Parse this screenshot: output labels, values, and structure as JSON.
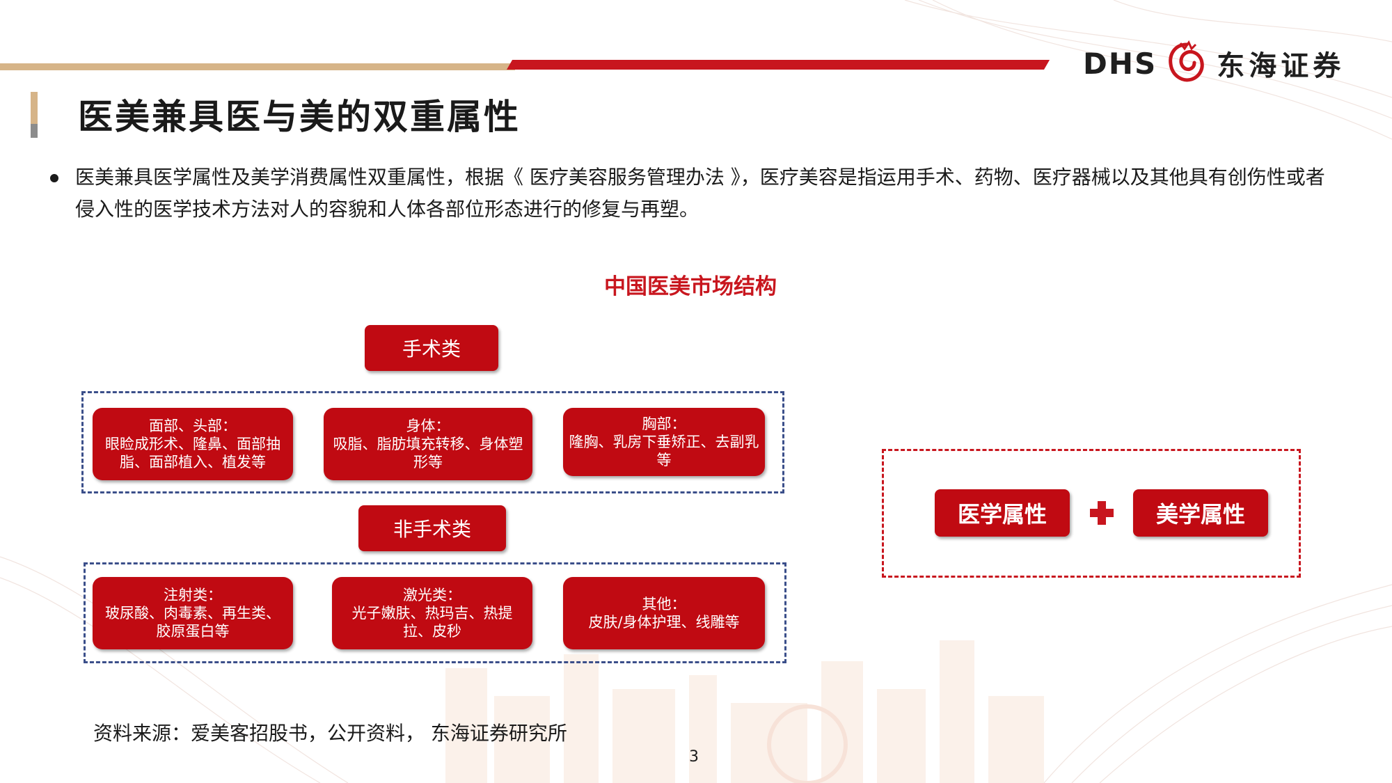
{
  "header": {
    "logo_dhs": "DHS",
    "logo_cn": "东海证券",
    "logo_icon": "dragon-swirl-icon",
    "brand_red": "#c8161e",
    "brand_gold": "#d6b488"
  },
  "title": "医美兼具医与美的双重属性",
  "bullet_text": "医美兼具医学属性及美学消费属性双重属性，根据《 医疗美容服务管理办法 》，医疗美容是指运用手术、药物、医疗器械以及其他具有创伤性或者侵入性的医学技术方法对人的容貌和人体各部位形态进行的修复与再塑。",
  "diagram": {
    "title": "中国医美市场结构",
    "surgical": {
      "label": "手术类",
      "items": [
        "面部、头部：\n眼睑成形术、隆鼻、面部抽脂、面部植入、植发等",
        "身体：\n吸脂、脂肪填充转移、身体塑形等",
        "胸部：\n隆胸、乳房下垂矫正、去副乳等"
      ]
    },
    "non_surgical": {
      "label": "非手术类",
      "items": [
        "注射类：\n玻尿酸、肉毒素、再生类、胶原蛋白等",
        "激光类：\n光子嫩肤、热玛吉、热提拉、皮秒",
        "其他：\n皮肤/身体护理、线雕等"
      ]
    },
    "attributes": {
      "medical": "医学属性",
      "aesthetic": "美学属性",
      "plus_icon": "plus-icon"
    }
  },
  "source": "资料来源：爱美客招股书，公开资料， 东海证券研究所",
  "page_number": "3"
}
